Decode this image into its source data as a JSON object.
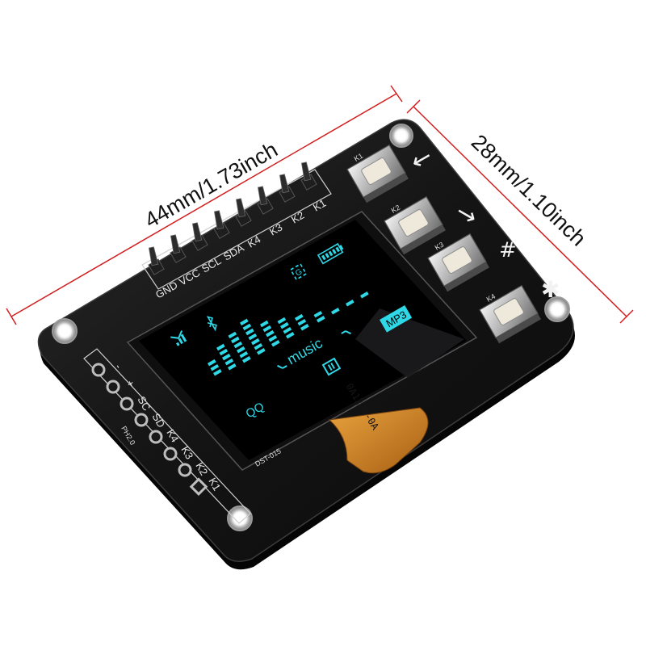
{
  "dimensions": {
    "width_label": "44mm/1.73inch",
    "height_label": "28mm/1.10inch",
    "line_color": "#d21e1e"
  },
  "top_header_pins": [
    "GND",
    "VCC",
    "SCL",
    "SDA",
    "K4",
    "K3",
    "K2",
    "K1"
  ],
  "left_pad_labels": [
    "-",
    "+",
    "SC",
    "SD",
    "K4",
    "K3",
    "K2",
    "K1"
  ],
  "left_pad_note": "PH2.0",
  "buttons": [
    {
      "symbol": "←",
      "label": "K1"
    },
    {
      "symbol": "→",
      "label": "K2"
    },
    {
      "symbol": "#",
      "label": "K3"
    },
    {
      "symbol": "✱",
      "label": "K4"
    }
  ],
  "oled": {
    "text_color": "#2fd8e6",
    "center_text": "music",
    "badge": "MP3",
    "bottom_left": "QQ",
    "icons": [
      "signal-icon",
      "bluetooth-icon",
      "battery-icon",
      "g-box-icon",
      "pause-icon"
    ],
    "ribbon_marking": "DST-015",
    "ribbon_code": "0A1220-0A"
  }
}
